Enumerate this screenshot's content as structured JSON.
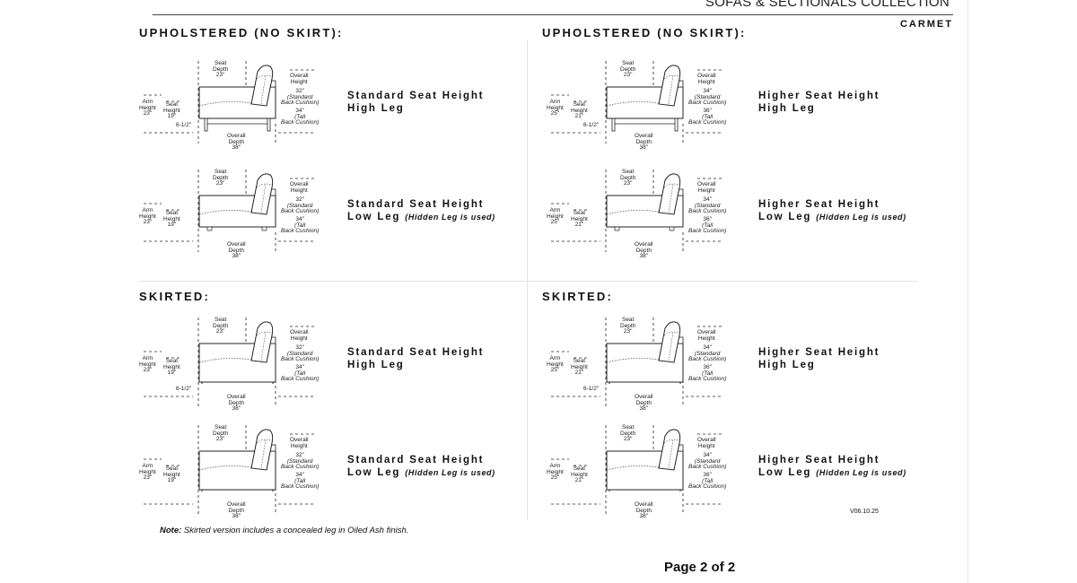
{
  "header": {
    "collection": "SOFAS & SECTIONALS COLLECTION",
    "product": "CARMET"
  },
  "sections": {
    "upholstered": "UPHOLSTERED (NO SKIRT):",
    "skirted": "SKIRTED:"
  },
  "labels": {
    "seat_depth_1": "Seat",
    "seat_depth_2": "Depth",
    "overall_depth_1": "Overall",
    "overall_depth_2": "Depth",
    "overall_height_1": "Overall",
    "overall_height_2": "Height",
    "arm_1": "Arm",
    "arm_2": "Height",
    "seat_h_1": "Seat",
    "seat_h_2": "Height",
    "std_back": "(Standard",
    "tall_back": "(Tall",
    "back_cushion": "Back Cushion)",
    "leg_height": "6-1/2\""
  },
  "panels": [
    {
      "title": "Standard Seat Height",
      "subtitle": "High Leg",
      "note": "",
      "seat_depth": "23\"",
      "overall_depth": "38\"",
      "arm_height": "23\"",
      "seat_height": "19\"",
      "height_std": "32\"",
      "height_tall": "34\"",
      "style": "high"
    },
    {
      "title": "Higher Seat Height",
      "subtitle": "High Leg",
      "note": "",
      "seat_depth": "23\"",
      "overall_depth": "38\"",
      "arm_height": "25\"",
      "seat_height": "21\"",
      "height_std": "34\"",
      "height_tall": "36\"",
      "style": "high"
    },
    {
      "title": "Standard Seat Height",
      "subtitle": "Low Leg",
      "note": "(Hidden Leg is used)",
      "seat_depth": "23\"",
      "overall_depth": "38\"",
      "arm_height": "23\"",
      "seat_height": "19\"",
      "height_std": "32\"",
      "height_tall": "34\"",
      "style": "low"
    },
    {
      "title": "Higher Seat Height",
      "subtitle": "Low Leg",
      "note": "(Hidden Leg is used)",
      "seat_depth": "23\"",
      "overall_depth": "38\"",
      "arm_height": "25\"",
      "seat_height": "21\"",
      "height_std": "34\"",
      "height_tall": "36\"",
      "style": "low"
    },
    {
      "title": "Standard Seat Height",
      "subtitle": "High Leg",
      "note": "",
      "seat_depth": "23\"",
      "overall_depth": "38\"",
      "arm_height": "23\"",
      "seat_height": "19\"",
      "height_std": "32\"",
      "height_tall": "34\"",
      "style": "skirt-high"
    },
    {
      "title": "Higher Seat Height",
      "subtitle": "High Leg",
      "note": "",
      "seat_depth": "23\"",
      "overall_depth": "38\"",
      "arm_height": "25\"",
      "seat_height": "21\"",
      "height_std": "34\"",
      "height_tall": "36\"",
      "style": "skirt-high"
    },
    {
      "title": "Standard Seat Height",
      "subtitle": "Low Leg",
      "note": "(Hidden Leg is used)",
      "seat_depth": "23\"",
      "overall_depth": "38\"",
      "arm_height": "23\"",
      "seat_height": "19\"",
      "height_std": "32\"",
      "height_tall": "34\"",
      "style": "skirt-low"
    },
    {
      "title": "Higher Seat Height",
      "subtitle": "Low Leg",
      "note": "(Hidden Leg is used)",
      "seat_depth": "23\"",
      "overall_depth": "38\"",
      "arm_height": "25\"",
      "seat_height": "21\"",
      "height_std": "34\"",
      "height_tall": "36\"",
      "style": "skirt-low"
    }
  ],
  "footer": {
    "note_label": "Note:",
    "note_text": " Skirted version includes a concealed leg in Oiled Ash finish.",
    "version": "V06.10.25",
    "page": "Page 2 of 2"
  }
}
